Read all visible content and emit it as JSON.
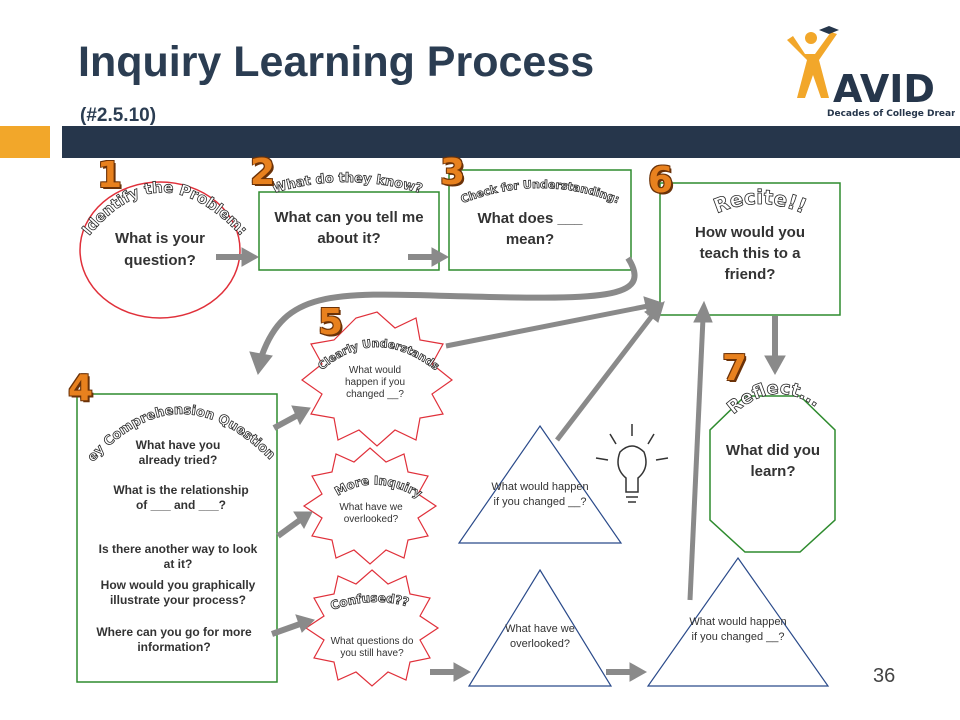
{
  "slide": {
    "title": "Inquiry Learning Process",
    "subtitle": "(#2.5.10)",
    "page_number": "36",
    "logo": {
      "brand": "AVID",
      "tagline": "Decades of College Dreams"
    }
  },
  "steps": [
    {
      "number": "1",
      "heading": "Identify the Problem:",
      "question": "What is your question?"
    },
    {
      "number": "2",
      "heading": "What do they know?",
      "question": "What can you tell me about it?"
    },
    {
      "number": "3",
      "heading": "Check for Understanding:",
      "question": "What does ___ mean?"
    },
    {
      "number": "4",
      "heading": "Key Comprehension Questions:",
      "questions": [
        "What have you already tried?",
        "What is the relationship of ___ and ___?",
        "Is there another way to look at it?",
        "How would you graphically illustrate your process?",
        "Where can you go for more information?"
      ]
    },
    {
      "number": "5",
      "heading": "Clearly Understands",
      "question": "What would happen if you changed __?"
    },
    {
      "number": "6",
      "heading": "Recite!!",
      "question": "How would you teach this to a friend?"
    },
    {
      "number": "7",
      "heading": "Reflect...",
      "question": "What did you learn?"
    }
  ],
  "bursts": [
    {
      "heading": "More Inquiry",
      "question": "What have we overlooked?"
    },
    {
      "heading": "Confused??",
      "question": "What questions do you still have?"
    }
  ],
  "triangles": [
    {
      "question": "What would happen if you changed __?"
    },
    {
      "question": "What have we overlooked?"
    },
    {
      "question": "What would happen if you changed __?"
    }
  ],
  "colors": {
    "title": "#2b3d52",
    "accent_bar": "#f2a72a",
    "dark_bar": "#26364b",
    "number": "#e8811e",
    "box_border": "#2e8b2e",
    "burst_border": "#e0303a",
    "arrow": "#8a8a8a"
  }
}
